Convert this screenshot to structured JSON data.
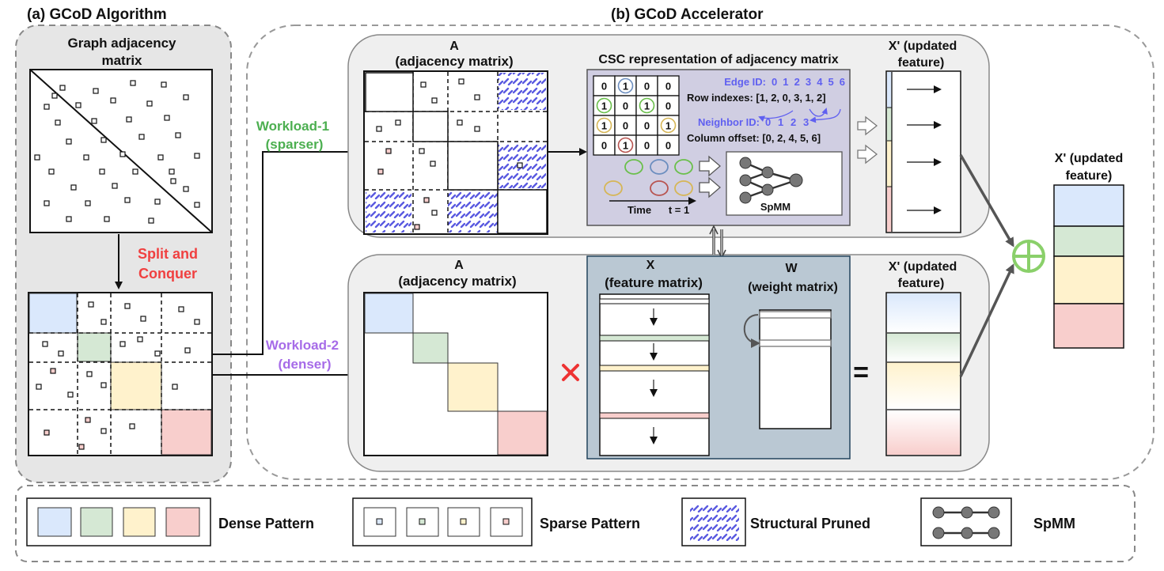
{
  "left_title": "(a) GCoD Algorithm",
  "right_title": "(b) GCoD Accelerator",
  "graph_adj_title_1": "Graph adjacency",
  "graph_adj_title_2": "matrix",
  "split_1": "Split and",
  "split_2": "Conquer",
  "workload1_1": "Workload-1",
  "workload1_2": "(sparser)",
  "workload2_1": "Workload-2",
  "workload2_2": "(denser)",
  "top_A_1": "A",
  "top_A_2": "(adjacency matrix)",
  "bot_A_1": "A",
  "bot_A_2": "(adjacency matrix)",
  "csc_title": "CSC representation of adjacency matrix",
  "csc_matrix": [
    [
      "0",
      "1",
      "0",
      "0"
    ],
    [
      "1",
      "0",
      "1",
      "0"
    ],
    [
      "1",
      "0",
      "0",
      "1"
    ],
    [
      "0",
      "1",
      "0",
      "0"
    ]
  ],
  "edge_id_label": "Edge ID:",
  "edge_ids": [
    "0",
    "1",
    "2",
    "3",
    "4",
    "5",
    "6"
  ],
  "row_indexes": "Row indexes: [1, 2, 0, 3, 1, 2]",
  "neighbor_id_label": "Neighbor ID:",
  "neighbor_ids": [
    "0",
    "1",
    "2",
    "3"
  ],
  "column_offset": "Column offset: [0, 2, 4, 5, 6]",
  "time_label": "Time",
  "t_label": "t = 1",
  "spmm_label": "SpMM",
  "x_updated_top_1": "X' (updated",
  "x_updated_top_2": "feature)",
  "x_updated_bot_1": "X' (updated",
  "x_updated_bot_2": "feature)",
  "x_updated_right_1": "X' (updated",
  "x_updated_right_2": "feature)",
  "x_feat_1": "X",
  "x_feat_2": "(feature matrix)",
  "w_1": "W",
  "w_2": "(weight matrix)",
  "equals": "=",
  "legend": {
    "dense": "Dense Pattern",
    "sparse": "Sparse Pattern",
    "pruned": "Structural Pruned",
    "spmm": "SpMM"
  },
  "colors": {
    "blue": "#dae8fc",
    "green": "#d5e8d4",
    "yellow": "#fff2cc",
    "red": "#f8cecc",
    "panel_gray": "#efefef",
    "csc_bg": "#d0cee2",
    "feature_bg": "#bac8d3",
    "pruned_blue": "#5a5ae0",
    "workload1": "#4caf50",
    "workload2": "#a66be8",
    "split": "#f04040",
    "plus": "#8ad06a"
  }
}
